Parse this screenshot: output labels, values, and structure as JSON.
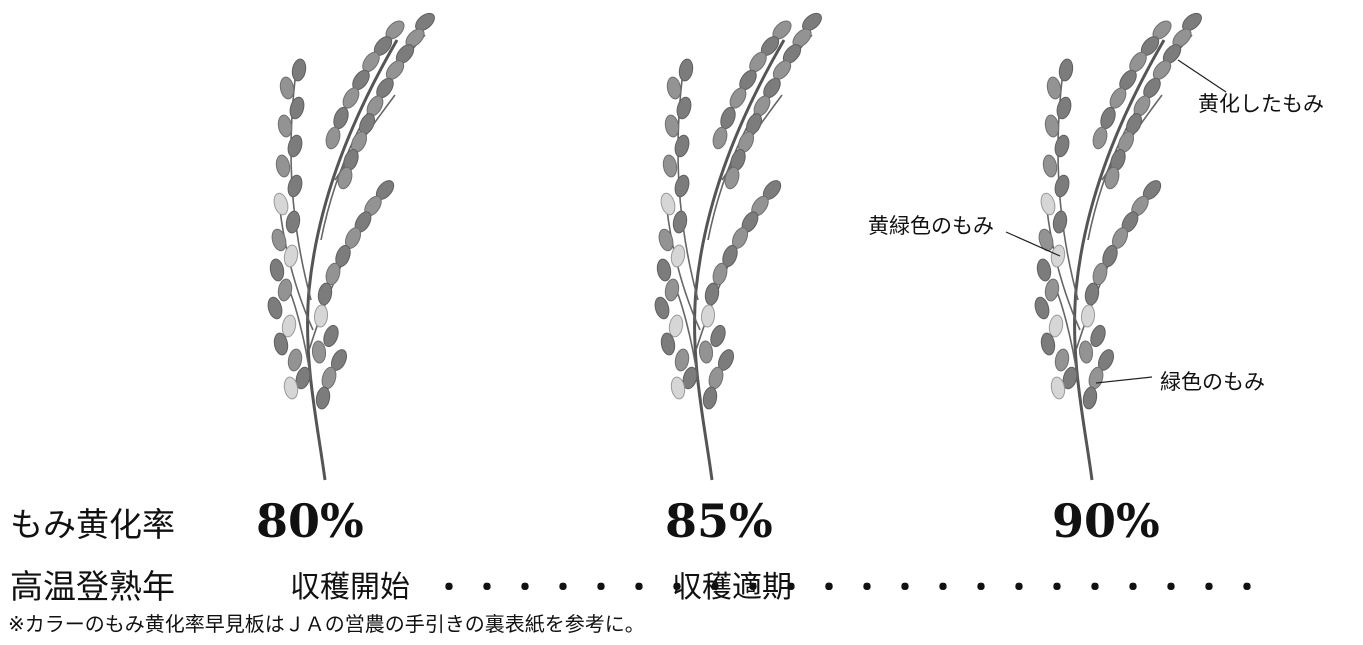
{
  "callouts": {
    "yellowed_grain": "黄化したもみ",
    "yellow_green_grain": "黄緑色のもみ",
    "green_grain": "緑色のもみ"
  },
  "rows": {
    "yellowing_rate_label": "もみ黄化率",
    "high_temp_year_label": "高温登熟年"
  },
  "panicles": [
    {
      "rate": "80%",
      "stage": "収穫開始"
    },
    {
      "rate": "85%",
      "stage": "収穫適期"
    },
    {
      "rate": "90%",
      "stage": ""
    }
  ],
  "dots": {
    "first": "・・・・・・・・・・・",
    "second": "・・・・・・・・・・・・"
  },
  "note": "※カラーのもみ黄化率早見板はＪＡの営農の手引きの裏表紙を参考に。",
  "colors": {
    "grain_dark": "#7a7a7a",
    "grain_mid": "#8f8f8f",
    "grain_light": "#d2d2d2",
    "stem": "#555555"
  }
}
